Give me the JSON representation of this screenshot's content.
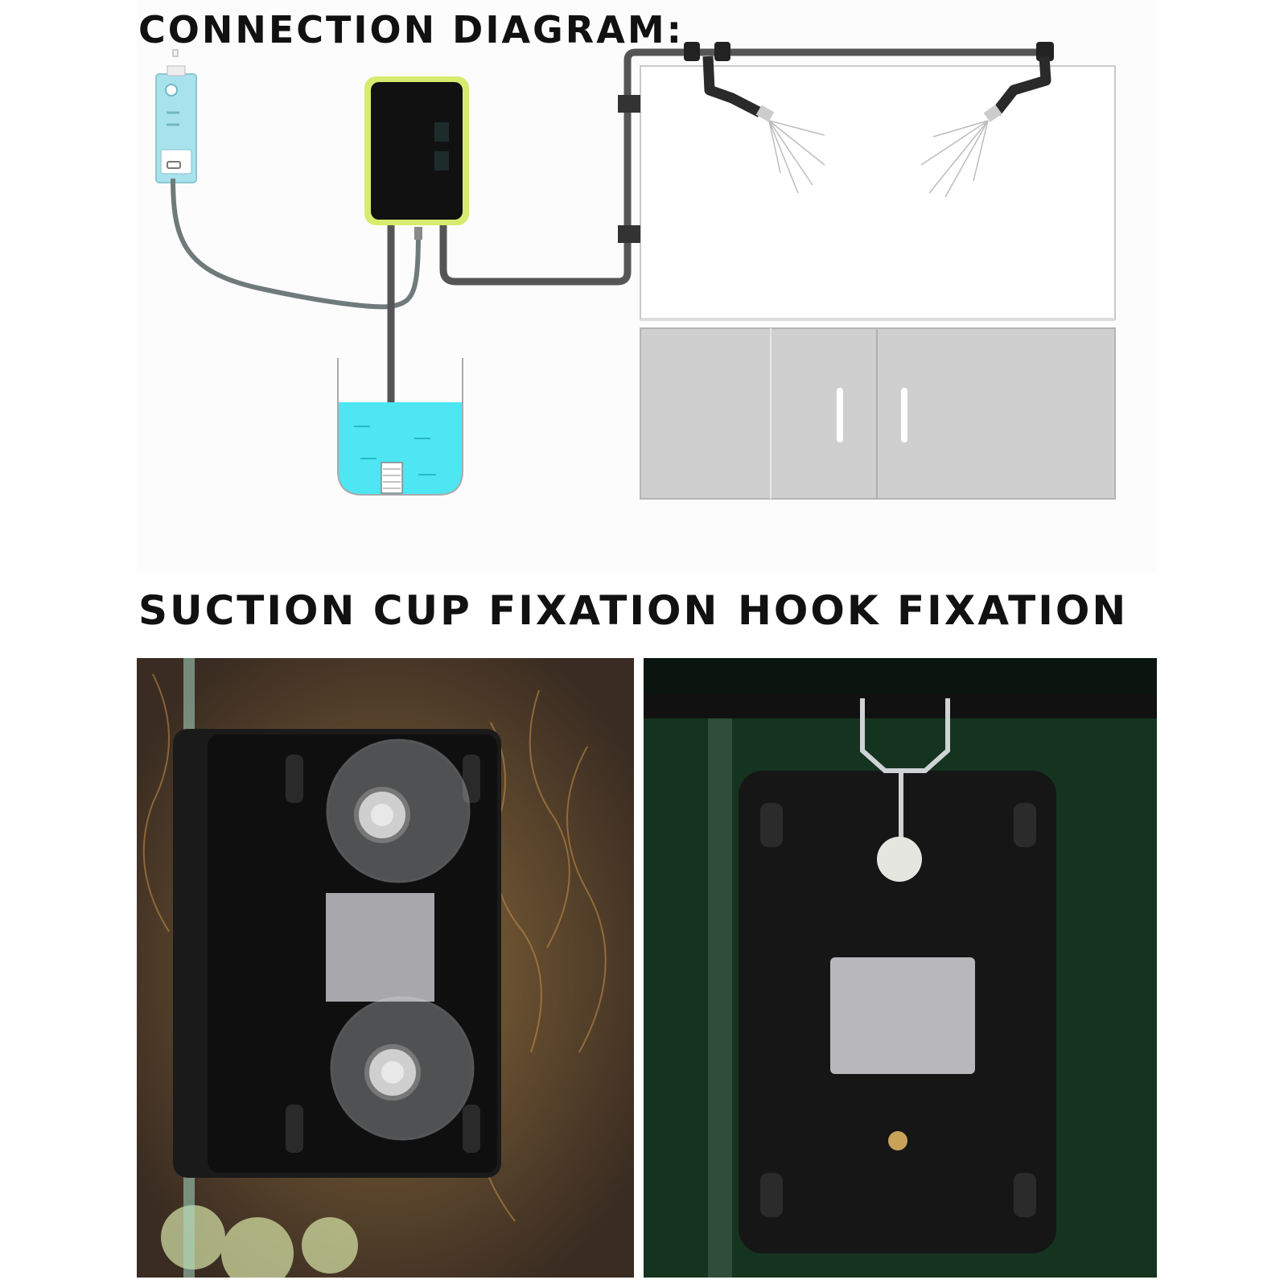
{
  "headings": {
    "connection": "CONNECTION DIAGRAM:",
    "suction": "SUCTION CUP FIXATION",
    "hook": "HOOK FIXATION"
  },
  "colors": {
    "power_adapter": "#a8e2ec",
    "controller_frame": "#d7ec6e",
    "controller_body": "#111111",
    "water": "#4de6f2",
    "tubing": "#555555",
    "cabinet": "#cfcfcf",
    "spray": "#bdbdbd"
  },
  "icons": {
    "power": "power-adapter-icon",
    "controller": "controller-box-icon",
    "reservoir": "water-reservoir-icon",
    "nozzle": "spray-nozzle-icon"
  }
}
